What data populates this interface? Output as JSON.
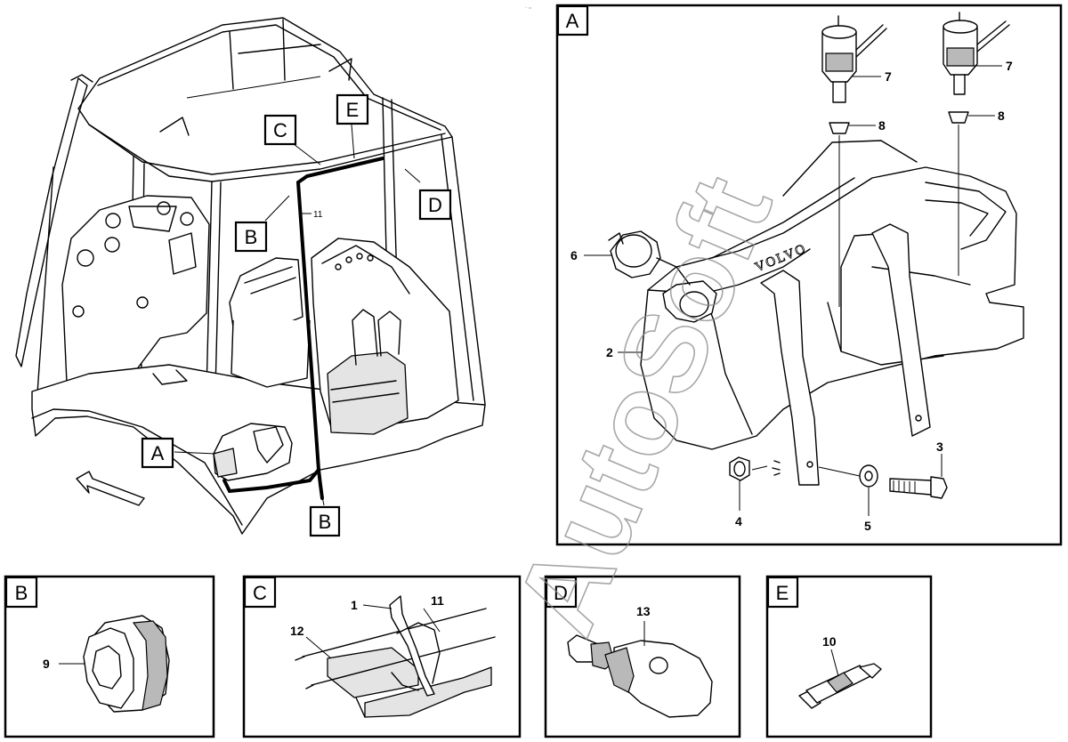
{
  "header": {
    "corner_mark": "~ ▭"
  },
  "main_view": {
    "callouts": [
      "A",
      "B",
      "C",
      "D",
      "E",
      "B"
    ],
    "part_label": "11"
  },
  "detail_a": {
    "title": "A",
    "part_labels": [
      "7",
      "7",
      "8",
      "8",
      "6",
      "2",
      "3",
      "4",
      "5"
    ],
    "tank_logo": "VOLVO"
  },
  "detail_b": {
    "title": "B",
    "part_labels": [
      "9"
    ]
  },
  "detail_c": {
    "title": "C",
    "part_labels": [
      "1",
      "11",
      "12"
    ]
  },
  "detail_d": {
    "title": "D",
    "part_labels": [
      "13"
    ]
  },
  "detail_e": {
    "title": "E",
    "part_labels": [
      "10"
    ]
  },
  "watermark": "AutoSoft"
}
